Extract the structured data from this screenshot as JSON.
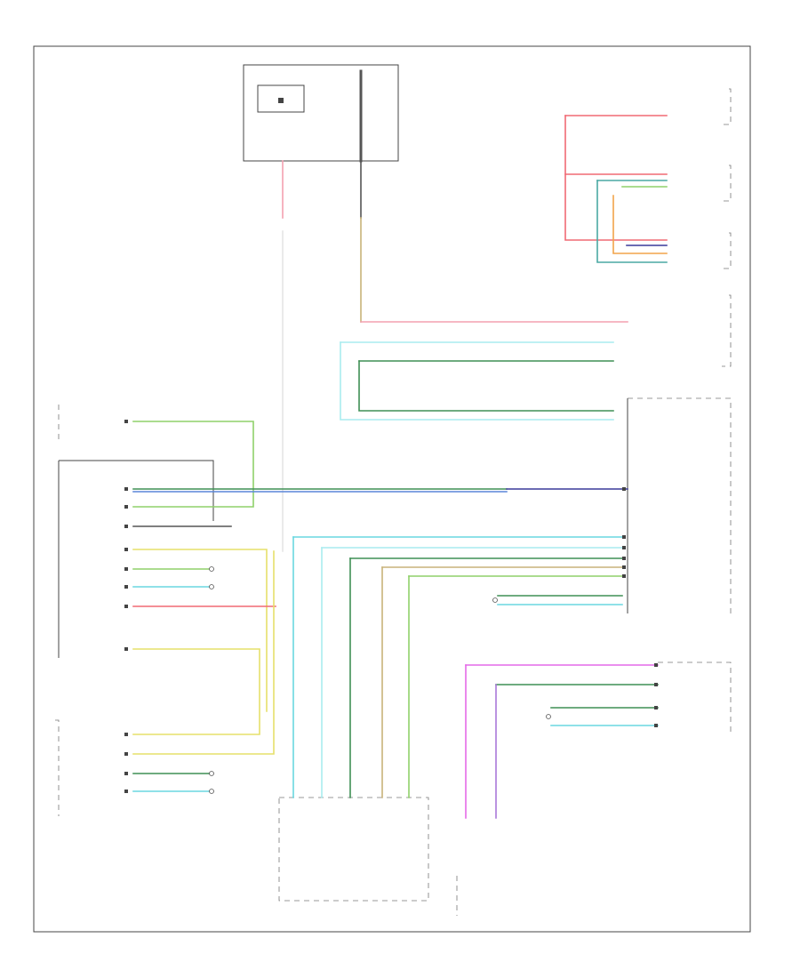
{
  "title": "",
  "footer_code": "",
  "legend": [
    {
      "key": "",
      "text": ""
    },
    {
      "key": "",
      "text": ""
    },
    {
      "key": "",
      "text": ""
    }
  ],
  "colors": {
    "frame": "#444444",
    "yellow": "#e6e06a",
    "green": "#8fd16a",
    "dark_green": "#3f8f55",
    "cyan": "#6ad7e0",
    "light_cyan": "#a9ecef",
    "red": "#f06a74",
    "pink": "#f3a0b0",
    "magenta": "#e46ae8",
    "purple": "#a978d9",
    "orange": "#f2a44a",
    "teal": "#4aa9a3",
    "tan": "#c8b27a",
    "navy": "#3a3a9a",
    "dark_grey": "#555555",
    "blue": "#5a86d8"
  },
  "components": [
    {
      "id": "fuse-block",
      "label": ""
    },
    {
      "id": "steering-column-module",
      "label": ""
    },
    {
      "id": "left-front-brake-lamp",
      "label": ""
    },
    {
      "id": "right-front-lamp",
      "label": ""
    },
    {
      "id": "stop-lamp-switch",
      "label": ""
    },
    {
      "id": "cluster",
      "label": ""
    },
    {
      "id": "shift-lever-module",
      "label": ""
    },
    {
      "id": "powertrain-control-module",
      "label": ""
    },
    {
      "id": "transmission-range-sensor",
      "label": ""
    },
    {
      "id": "overdrive-switch",
      "label": ""
    },
    {
      "id": "transmission-solenoid-assembly",
      "label": ""
    },
    {
      "id": "electronic-throttle-control",
      "label": ""
    }
  ]
}
